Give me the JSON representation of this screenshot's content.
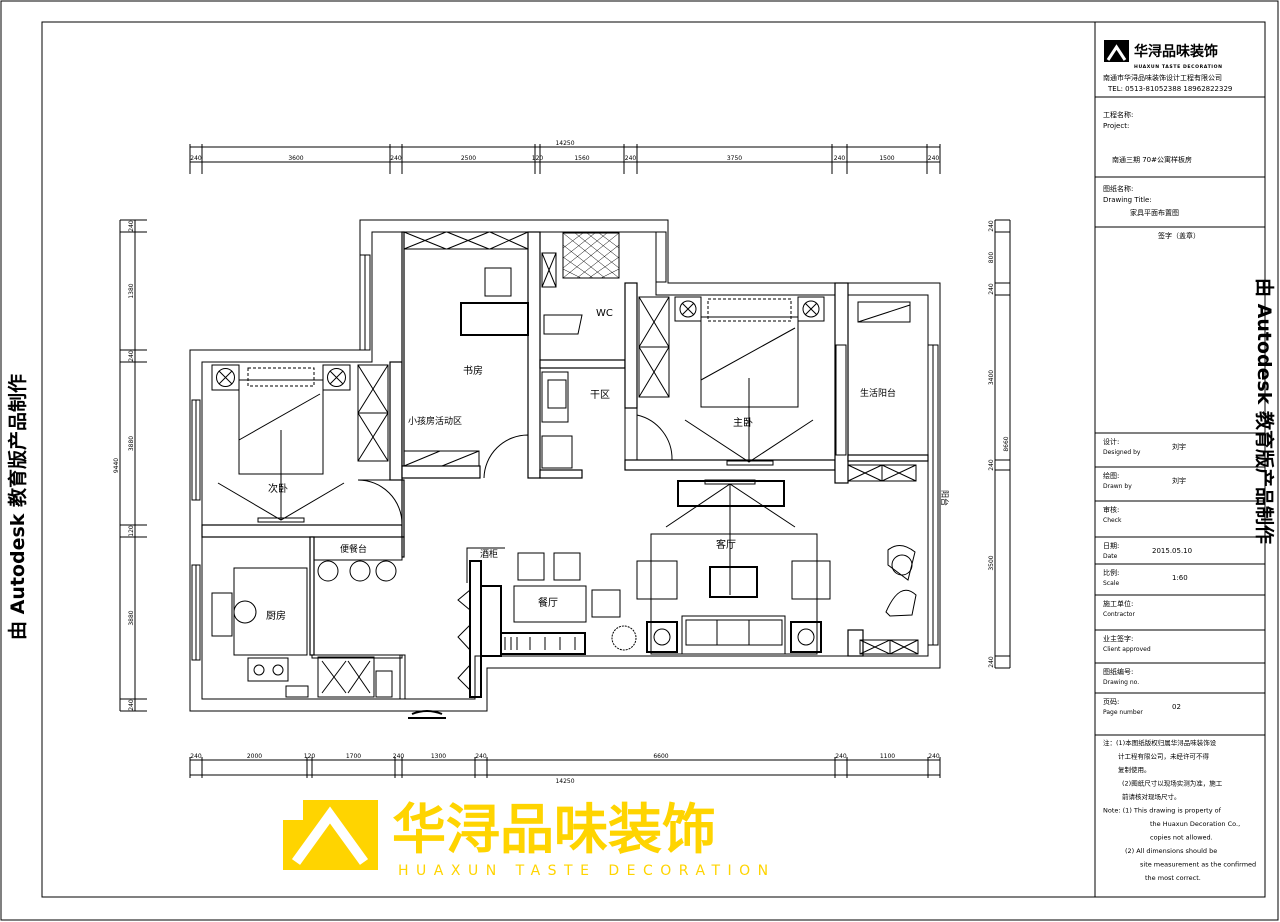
{
  "watermark": "由 Autodesk 教育版产品制作",
  "logo": {
    "cn": "华浔品味装饰",
    "en": "HUAXUN TASTE DECORATION",
    "color": "#FFD400"
  },
  "title_block": {
    "logo_cn": "华浔品味装饰",
    "logo_en": "HUAXUN TASTE DECORATION",
    "company": "南通市华浔品味装饰设计工程有限公司",
    "tel": "TEL: 0513-81052388  18962822329",
    "project_label_cn": "工程名称:",
    "project_label_en": "Project:",
    "project_value": "南通三期 70#公寓样板房",
    "drawing_label_cn": "图纸名称:",
    "drawing_label_en": "Drawing Title:",
    "drawing_value": "家具平面布置图",
    "signature": "签字（盖章）",
    "rows": [
      {
        "cn": "设计:",
        "en": "Designed by",
        "value": "刘宇"
      },
      {
        "cn": "绘图:",
        "en": "Drawn by",
        "value": "刘宇"
      },
      {
        "cn": "审核:",
        "en": "Check",
        "value": ""
      },
      {
        "cn": "日期:",
        "en": "Date",
        "value": "2015.05.10"
      },
      {
        "cn": "比例:",
        "en": "Scale",
        "value": "1:60"
      },
      {
        "cn": "施工单位:",
        "en": "Contractor",
        "value": ""
      },
      {
        "cn": "业主签字:",
        "en": "Client approved",
        "value": ""
      },
      {
        "cn": "图纸编号:",
        "en": "Drawing no.",
        "value": ""
      },
      {
        "cn": "页码:",
        "en": "Page number",
        "value": "02"
      }
    ],
    "notes": [
      "注：(1)本图纸版权归属华浔品味装饰设",
      "计工程有限公司，未经许可不得",
      "复制使用。",
      "(2)图纸尺寸以现场实测为准，施工",
      "前请核对现场尺寸。",
      "Note: (1) This drawing is property of",
      "the Huaxun Decoration Co.,",
      "copies not allowed.",
      "(2) All dimensions should be",
      "site measurement as the confirmed",
      "the most correct."
    ]
  },
  "plan": {
    "rooms": {
      "study": "书房",
      "kids_area": "小孩房活动区",
      "wc": "WC",
      "dry_area": "干区",
      "second_bedroom": "次卧",
      "master_bedroom": "主卧",
      "utility_balcony": "生活阳台",
      "balcony": "阳台",
      "living_room": "客厅",
      "dining_room": "餐厅",
      "kitchen": "厨房",
      "bar_counter": "便餐台",
      "wine_cabinet": "酒柜"
    },
    "dimensions": {
      "top_total": "14250",
      "top": [
        "240",
        "3600",
        "240",
        "2500",
        "120",
        "1560",
        "240",
        "3750",
        "240",
        "1500",
        "240"
      ],
      "bottom_total": "14250",
      "bottom": [
        "240",
        "2000",
        "120",
        "1700",
        "240",
        "1300",
        "240",
        "6600",
        "240",
        "1100",
        "240"
      ],
      "left_total": "9440",
      "left": [
        "240",
        "1380",
        "240",
        "3880",
        "120",
        "3880",
        "240"
      ],
      "right_total": "8660",
      "right": [
        "240",
        "800",
        "240",
        "3400",
        "240",
        "3500",
        "240"
      ]
    }
  }
}
